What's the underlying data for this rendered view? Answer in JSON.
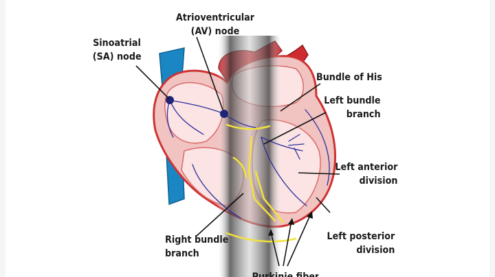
{
  "labels": {
    "sa_node": [
      "Sinoatrial",
      "(SA) node"
    ],
    "av_node": [
      "Atrioventricular",
      "(AV) node"
    ],
    "bundle_of_his": "Bundle of His",
    "left_bundle_branch": [
      "Left bundle",
      "branch"
    ],
    "left_anterior_division": [
      "Left anterior",
      "division"
    ],
    "left_posterior_division": [
      "Left posterior",
      "division"
    ],
    "right_bundle_branch": [
      "Right bundle",
      "branch"
    ],
    "bottom_partial": "Purkinje fibers"
  },
  "colors": {
    "vessel_blue": "#1a86c4",
    "aorta_red": "#cf2a30",
    "heart_wall": "#f1c3c1",
    "heart_outline": "#cd3232",
    "conduction_path": "#f3e33a",
    "nerve_lines": "#2e2f9c",
    "spine_gray": "#4a4a4a"
  }
}
